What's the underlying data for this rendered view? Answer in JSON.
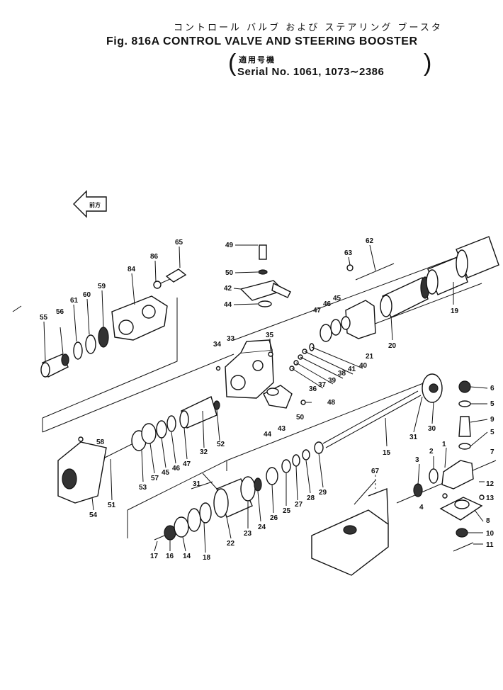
{
  "header": {
    "jp_title": "コントロール バルブ および ステアリング ブースタ",
    "title": "Fig. 816A CONTROL VALVE AND STEERING BOOSTER",
    "jp_serial": "適用号機",
    "serial": "Serial No. 1061, 1073∼2386"
  },
  "arrow_label": "前方",
  "callouts": {
    "p65": "65",
    "p86": "86",
    "p84": "84",
    "p59": "59",
    "p60": "60",
    "p61": "61",
    "p56": "56",
    "p55": "55",
    "p49": "49",
    "p50a": "50",
    "p42": "42",
    "p44a": "44",
    "p35": "35",
    "p33": "33",
    "p34": "34",
    "p63": "63",
    "p62": "62",
    "p45a": "45",
    "p46a": "46",
    "p47a": "47",
    "p19": "19",
    "p20": "20",
    "p21": "21",
    "p40": "40",
    "p41": "41",
    "p38": "38",
    "p39": "39",
    "p37": "37",
    "p36": "36",
    "p48": "48",
    "p50b": "50",
    "p43": "43",
    "p44b": "44",
    "p6": "6",
    "p5a": "5",
    "p9": "9",
    "p5b": "5",
    "p7": "7",
    "p1": "1",
    "p2": "2",
    "p3": "3",
    "p4": "4",
    "p8": "8",
    "p10": "10",
    "p11": "11",
    "p12": "12",
    "p13": "13",
    "p31a": "31",
    "p30": "30",
    "p15": "15",
    "p58": "58",
    "p53": "53",
    "p57": "57",
    "p45b": "45",
    "p46b": "46",
    "p47b": "47",
    "p32": "32",
    "p52": "52",
    "p51": "51",
    "p54": "54",
    "p29": "29",
    "p28": "28",
    "p27": "27",
    "p25": "25",
    "p26": "26",
    "p24": "24",
    "p23": "23",
    "p22": "22",
    "p31b": "31",
    "p67": "67",
    "p17": "17",
    "p16": "16",
    "p14": "14",
    "p18": "18"
  }
}
